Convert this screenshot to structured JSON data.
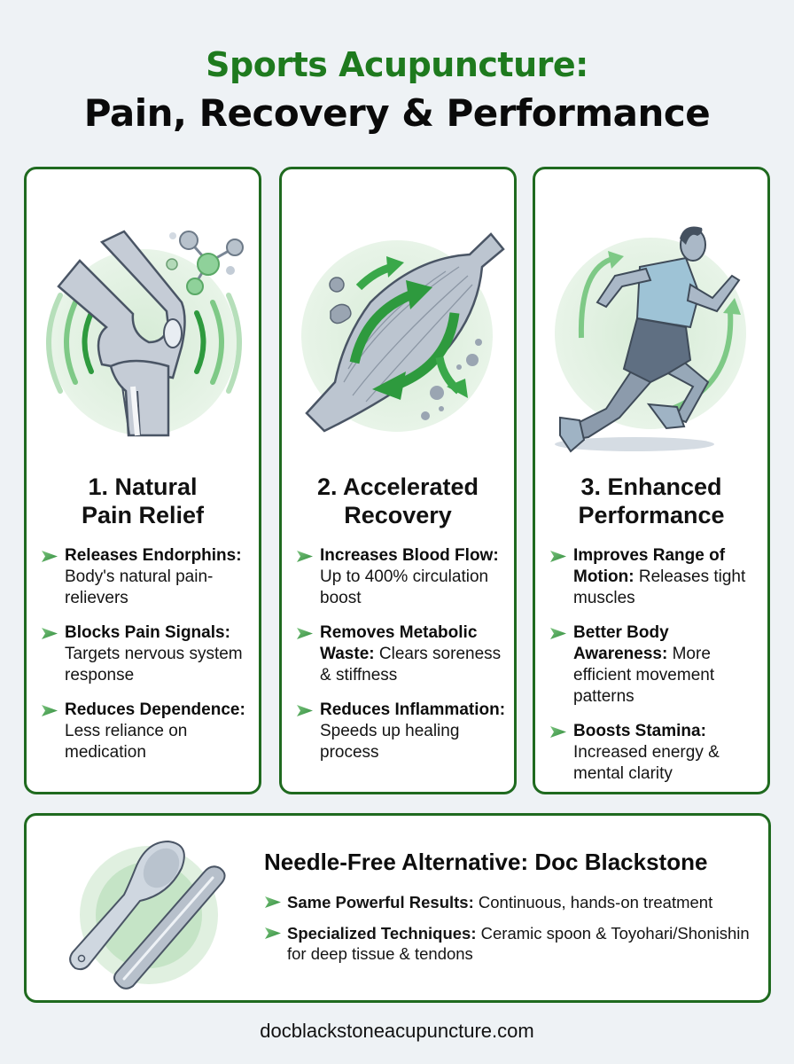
{
  "header": {
    "title_line1": "Sports Acupuncture:",
    "title_line2": "Pain, Recovery & Performance"
  },
  "colors": {
    "accent_green": "#1e7a1e",
    "border_green": "#1f6a1f",
    "bullet_green": "#4caf50",
    "background": "#eef2f5"
  },
  "cards": [
    {
      "illustration": "knee-joint-icon",
      "title_line1": "1. Natural",
      "title_line2": "Pain Relief",
      "bullets": [
        {
          "bold": "Releases Endorphins:",
          "text": " Body's natural pain-relievers"
        },
        {
          "bold": "Blocks Pain Signals:",
          "text": " Targets nervous system response"
        },
        {
          "bold": "Reduces Dependence:",
          "text": " Less reliance on medication"
        }
      ]
    },
    {
      "illustration": "muscle-circulation-icon",
      "title_line1": "2. Accelerated",
      "title_line2": "Recovery",
      "bullets": [
        {
          "bold": "Increases Blood Flow:",
          "text": " Up to 400% circulation boost"
        },
        {
          "bold": "Removes Metabolic Waste:",
          "text": " Clears soreness & stiffness"
        },
        {
          "bold": "Reduces Inflammation:",
          "text": " Speeds up healing process"
        }
      ]
    },
    {
      "illustration": "runner-icon",
      "title_line1": "3. Enhanced",
      "title_line2": "Performance",
      "bullets": [
        {
          "bold": "Improves Range of Motion:",
          "text": " Releases tight muscles"
        },
        {
          "bold": "Better Body Awareness:",
          "text": " More efficient movement patterns"
        },
        {
          "bold": "Boosts Stamina:",
          "text": " Increased energy & mental clarity"
        }
      ]
    }
  ],
  "alternative": {
    "illustration": "ceramic-spoon-and-rod-icon",
    "title": "Needle-Free Alternative: Doc Blackstone",
    "bullets": [
      {
        "bold": "Same Powerful Results:",
        "text": " Continuous, hands-on treatment"
      },
      {
        "bold": "Specialized Techniques:",
        "text": " Ceramic spoon & Toyohari/Shonishin for deep tissue & tendons"
      }
    ]
  },
  "footer": {
    "website": "docblackstoneacupuncture.com"
  }
}
